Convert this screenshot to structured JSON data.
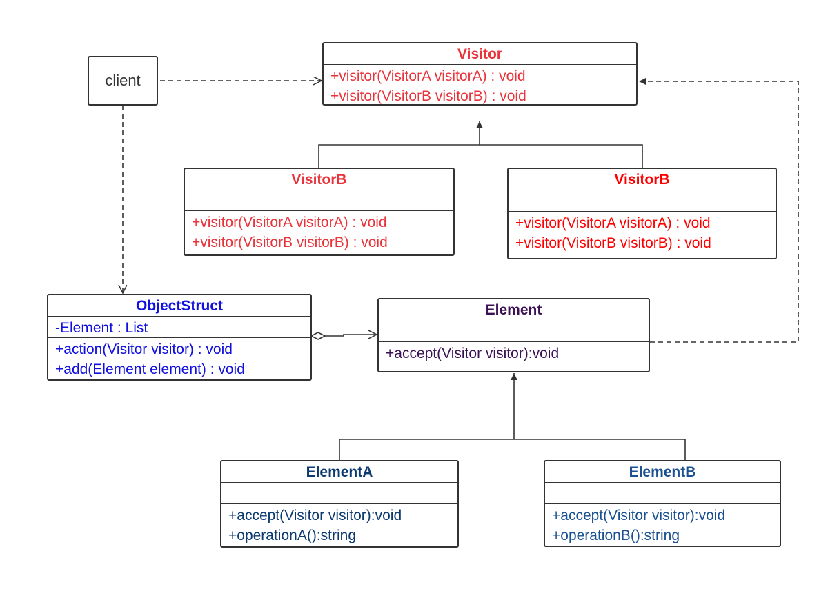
{
  "colors": {
    "visitor": "#e8333a",
    "visitor_right": "#ff0000",
    "object_struct": "#1010e0",
    "element": "#3c1055",
    "element_a": "#0c3a6e",
    "element_b": "#1a4f90",
    "line": "#333333"
  },
  "client": {
    "label": "client"
  },
  "visitor": {
    "name": "Visitor",
    "methods": [
      "+visitor(VisitorA visitorA) : void",
      "+visitor(VisitorB visitorB) : void"
    ]
  },
  "visitor_left": {
    "name": "VisitorB",
    "methods": [
      "+visitor(VisitorA visitorA) : void",
      "+visitor(VisitorB visitorB) : void"
    ]
  },
  "visitor_right": {
    "name": "VisitorB",
    "methods": [
      "+visitor(VisitorA visitorA) : void",
      "+visitor(VisitorB visitorB) : void"
    ]
  },
  "object_struct": {
    "name": "ObjectStruct",
    "attributes": [
      "-Element : List"
    ],
    "methods": [
      "+action(Visitor visitor) : void",
      "+add(Element element) : void"
    ]
  },
  "element": {
    "name": "Element",
    "methods": [
      "+accept(Visitor visitor):void"
    ]
  },
  "element_a": {
    "name": "ElementA",
    "methods": [
      "+accept(Visitor visitor):void",
      "+operationA():string"
    ]
  },
  "element_b": {
    "name": "ElementB",
    "methods": [
      "+accept(Visitor visitor):void",
      "+operationB():string"
    ]
  }
}
